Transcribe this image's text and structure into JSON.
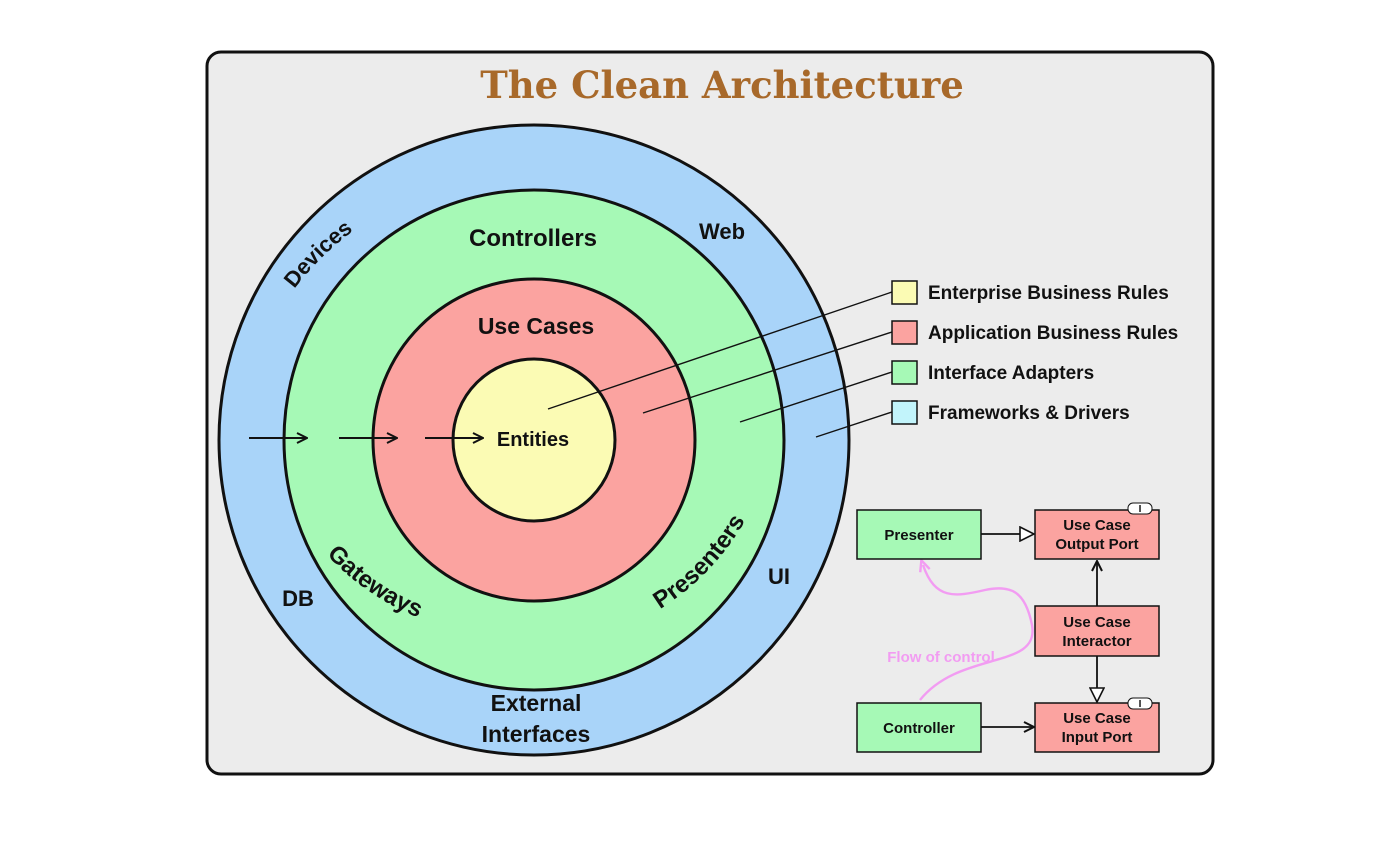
{
  "title": "The Clean Architecture",
  "colors": {
    "title": "#a8692a",
    "panel_bg": "#ececec",
    "frameworks": "#a9d4f9",
    "adapters": "#a6f9b6",
    "application": "#fba3a0",
    "enterprise": "#fbfbb4",
    "legend_frameworks": "#c2f4fb",
    "flow": "#f29cf2"
  },
  "rings": {
    "outer_labels": {
      "devices": "Devices",
      "web": "Web",
      "db": "DB",
      "ui": "UI",
      "external_1": "External",
      "external_2": "Interfaces"
    },
    "adapters_labels": {
      "controllers": "Controllers",
      "gateways": "Gateways",
      "presenters": "Presenters"
    },
    "use_cases": "Use Cases",
    "entities": "Entities"
  },
  "legend": [
    {
      "label": "Enterprise Business Rules",
      "color": "#fbfbb4"
    },
    {
      "label": "Application Business Rules",
      "color": "#fba3a0"
    },
    {
      "label": "Interface Adapters",
      "color": "#a6f9b6"
    },
    {
      "label": "Frameworks & Drivers",
      "color": "#c2f4fb"
    }
  ],
  "flow_diagram": {
    "presenter": "Presenter",
    "controller": "Controller",
    "output_port": [
      "Use Case",
      "Output Port"
    ],
    "interactor": [
      "Use Case",
      "Interactor"
    ],
    "input_port": [
      "Use Case",
      "Input Port"
    ],
    "interface_marker": "I",
    "flow_label": "Flow of control"
  }
}
